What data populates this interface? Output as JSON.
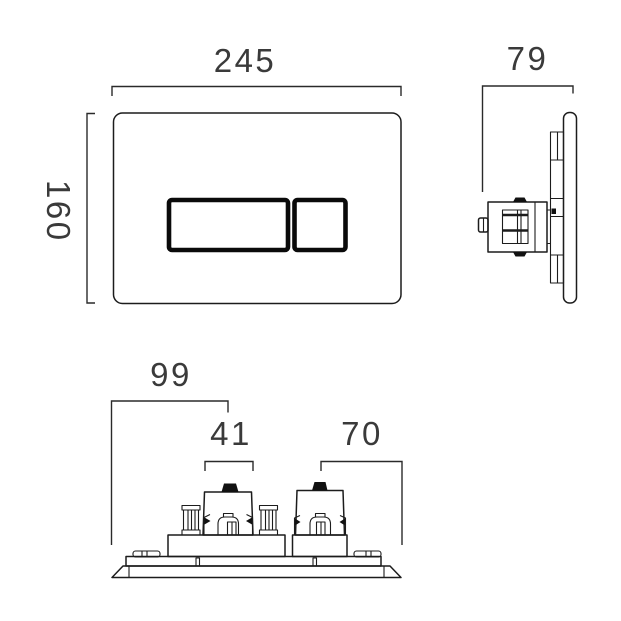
{
  "drawing": {
    "front_view": {
      "width_label": "245",
      "height_label": "160"
    },
    "side_view": {
      "depth_label": "79"
    },
    "bottom_view": {
      "edge_to_button_center_label": "99",
      "button_group_width_label": "41",
      "button_center_to_edge_label": "70"
    },
    "colors": {
      "line": "#1c1c1c",
      "dimension_line": "#2a2a2a",
      "dimension_text": "#3a3a3a",
      "background": "#ffffff"
    }
  }
}
